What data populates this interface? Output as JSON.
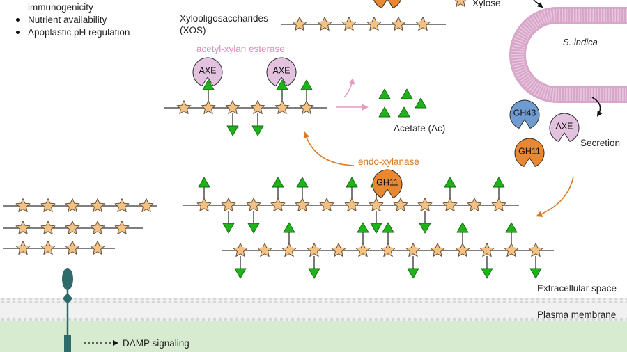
{
  "bullets": [
    "immunogenicity",
    "Nutrient availability",
    "Apoplastic pH regulation"
  ],
  "labels": {
    "xos": "Xylooligosaccharides",
    "xos_abbr": "(XOS)",
    "xylose": "Xylose",
    "acetyl_xylan_esterase": "acetyl-xylan esterase",
    "acetate": "Acetate (Ac)",
    "endo_xylanase": "endo-xylanase",
    "fungus": "S. indica",
    "secretion": "Secretion",
    "extracellular_space": "Extracellular space",
    "plasma_membrane": "Plasma membrane",
    "damp_signaling": "DAMP signaling"
  },
  "enzymes": {
    "axe": "AXE",
    "gh43": "GH43",
    "gh11": "GH11"
  },
  "colors": {
    "xylose_star": "#f2c183",
    "acetyl_triangle": "#1fb31a",
    "axe_enzyme": "#e2c2de",
    "gh11_enzyme": "#e88832",
    "gh43_enzyme": "#6f9bd1",
    "fungal_hypha": "#d8a6c9",
    "membrane": "#e6e6e6",
    "cytoplasm": "#d7ebd0",
    "receptor": "#2e6b6b",
    "pink_arrow": "#e59bc0",
    "orange_arrow": "#d97a26"
  }
}
